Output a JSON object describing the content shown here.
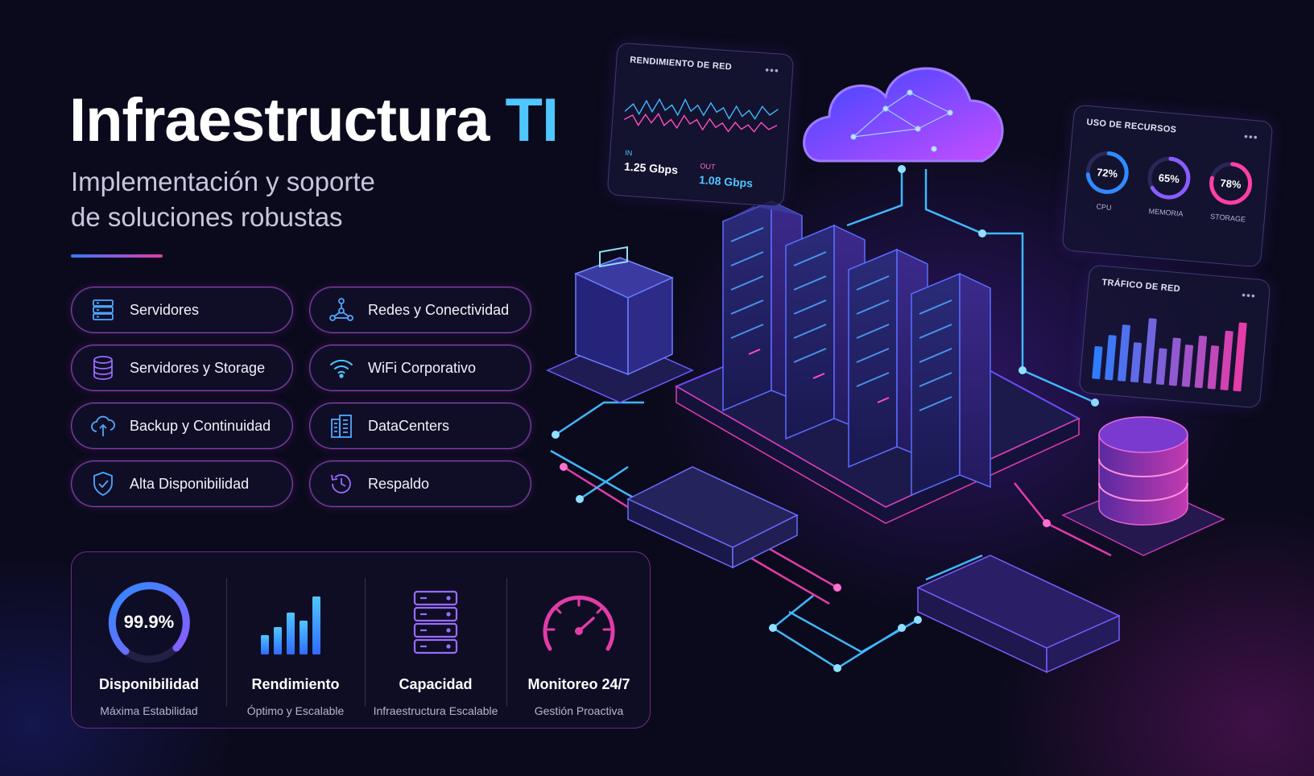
{
  "header": {
    "title_main": "Infraestructura",
    "title_accent": "TI",
    "subtitle_line1": "Implementación y soporte",
    "subtitle_line2": "de soluciones robustas"
  },
  "services": [
    {
      "label": "Servidores",
      "icon": "server-rack-icon"
    },
    {
      "label": "Redes y Conectividad",
      "icon": "network-nodes-icon"
    },
    {
      "label": "Servidores y Storage",
      "icon": "database-icon"
    },
    {
      "label": "WiFi Corporativo",
      "icon": "wifi-icon"
    },
    {
      "label": "Backup y Continuidad",
      "icon": "cloud-upload-icon"
    },
    {
      "label": "DataCenters",
      "icon": "building-icon"
    },
    {
      "label": "Alta Disponibilidad",
      "icon": "shield-check-icon"
    },
    {
      "label": "Respaldo",
      "icon": "history-icon"
    }
  ],
  "stats": [
    {
      "value": "99.9%",
      "name": "Disponibilidad",
      "desc": "Máxima Estabilidad",
      "icon": "gauge-ring-icon"
    },
    {
      "name": "Rendimiento",
      "desc": "Óptimo y Escalable",
      "icon": "bar-chart-icon"
    },
    {
      "name": "Capacidad",
      "desc": "Infraestructura Escalable",
      "icon": "server-stack-icon"
    },
    {
      "name": "Monitoreo 24/7",
      "desc": "Gestión Proactiva",
      "icon": "speedometer-icon"
    }
  ],
  "panels": {
    "network": {
      "title": "RENDIMIENTO DE RED",
      "in_label": "IN",
      "in_value": "1.25 Gbps",
      "out_label": "OUT",
      "out_value": "1.08 Gbps"
    },
    "resources": {
      "title": "USO DE RECURSOS",
      "items": [
        {
          "label": "CPU",
          "value": "72%",
          "pct": 72,
          "color": "#2f8bff"
        },
        {
          "label": "MEMORIA",
          "value": "65%",
          "pct": 65,
          "color": "#8a5cff"
        },
        {
          "label": "STORAGE",
          "value": "78%",
          "pct": 78,
          "color": "#ff3fa6"
        }
      ]
    },
    "traffic": {
      "title": "TRÁFICO DE RED",
      "bars": [
        0.45,
        0.62,
        0.78,
        0.55,
        0.9,
        0.5,
        0.66,
        0.58,
        0.72,
        0.6,
        0.82,
        0.95
      ]
    }
  },
  "colors": {
    "accent": "#4fc6ff",
    "pink": "#e23ca8",
    "blue": "#2f7dff",
    "violet": "#8a5cff"
  }
}
